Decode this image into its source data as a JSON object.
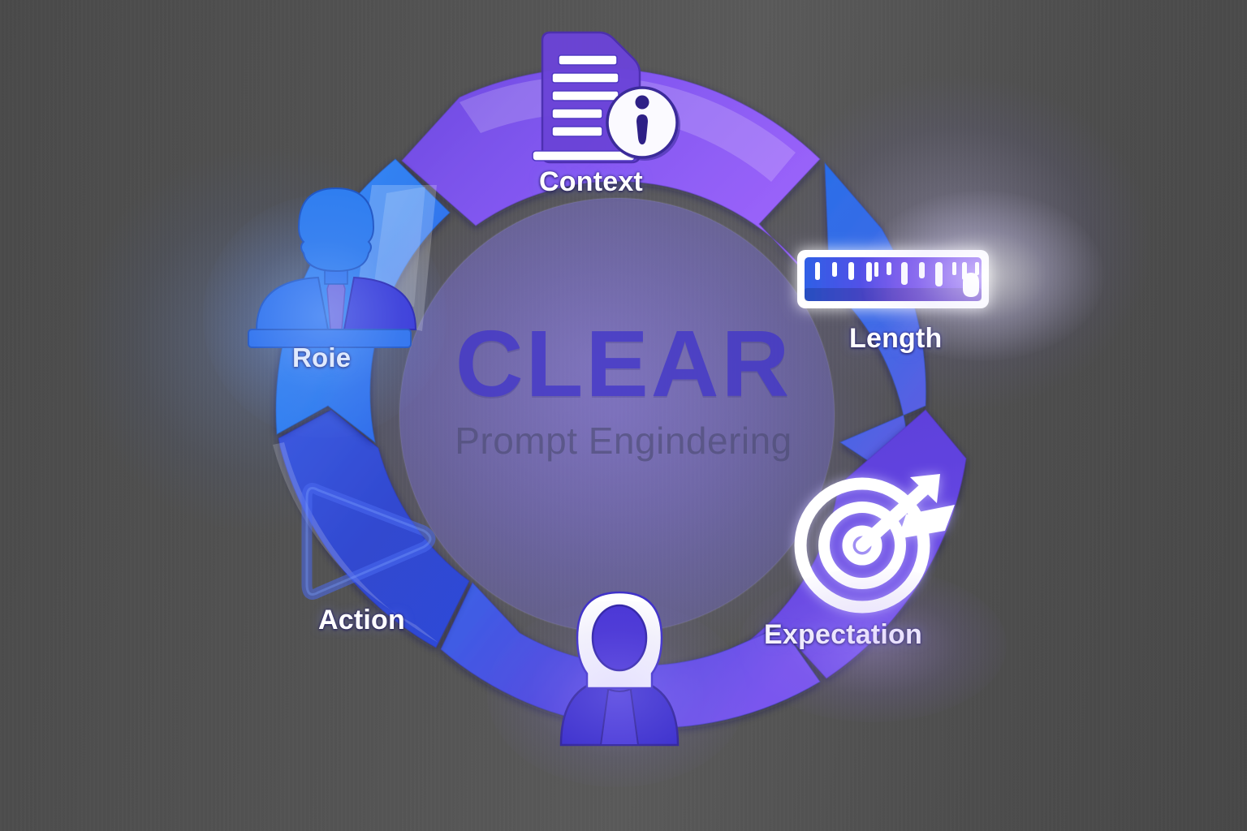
{
  "diagram": {
    "framework_name": "CLEAR",
    "center": {
      "title": "CLEAR",
      "subtitle": "Prompt Engindering"
    },
    "background_color": "#4e4e4e",
    "segments": [
      {
        "key": "context",
        "label": "Context",
        "letter": "C",
        "icon": "document-info-icon",
        "color": "#8b5cf6",
        "position": "top"
      },
      {
        "key": "length",
        "label": "Length",
        "letter": "L",
        "icon": "ruler-icon",
        "color": "#2a6ee8",
        "position": "top-right"
      },
      {
        "key": "expectation",
        "label": "Expectation",
        "letter": "E",
        "icon": "target-arrow-icon",
        "color": "#5b3fd4",
        "position": "bottom-right"
      },
      {
        "key": "audience",
        "label": "",
        "letter": "A",
        "icon": "person-avatar-icon",
        "color": "#3b5fe0",
        "position": "bottom"
      },
      {
        "key": "action",
        "label": "Action",
        "letter": "A",
        "icon": "play-triangle-icon",
        "color": "#2f45c8",
        "position": "bottom-left"
      },
      {
        "key": "role",
        "label": "Roie",
        "letter": "R",
        "icon": "speaker-podium-icon",
        "color": "#2f7ef0",
        "position": "left"
      }
    ],
    "accent_colors": {
      "purple": "#8b5cf6",
      "blue": "#2a6ee8",
      "indigo": "#4337c9",
      "white": "#ffffff"
    }
  }
}
